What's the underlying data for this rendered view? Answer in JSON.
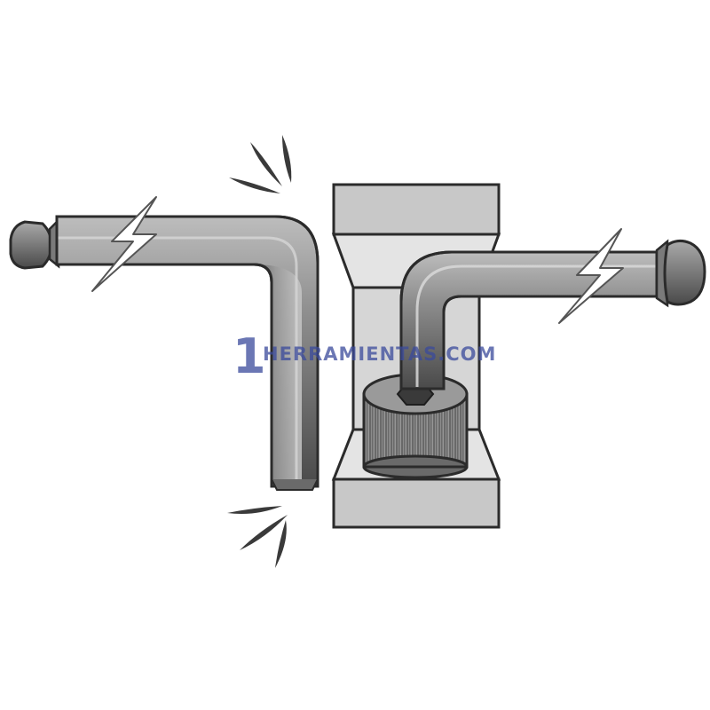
{
  "watermark": {
    "number": "1",
    "text": "HERRAMIENTAS.COM",
    "color": "#3a4a9c",
    "opacity": 0.75
  },
  "colors": {
    "background": "#ffffff",
    "tool_body": "#8a8a8a",
    "tool_dark": "#4a4a4a",
    "block_face": "#c8c8c8",
    "block_light": "#e4e4e4",
    "outline": "#2b2b2b"
  },
  "icons": {
    "left_wrench": "l-hex-key-ball-end",
    "right_wrench": "l-hex-key-ball-end",
    "fixture": "bench-block",
    "screw": "socket-head-cap-screw",
    "stress": "lightning-bolt",
    "impact": "impact-spark-lines"
  }
}
